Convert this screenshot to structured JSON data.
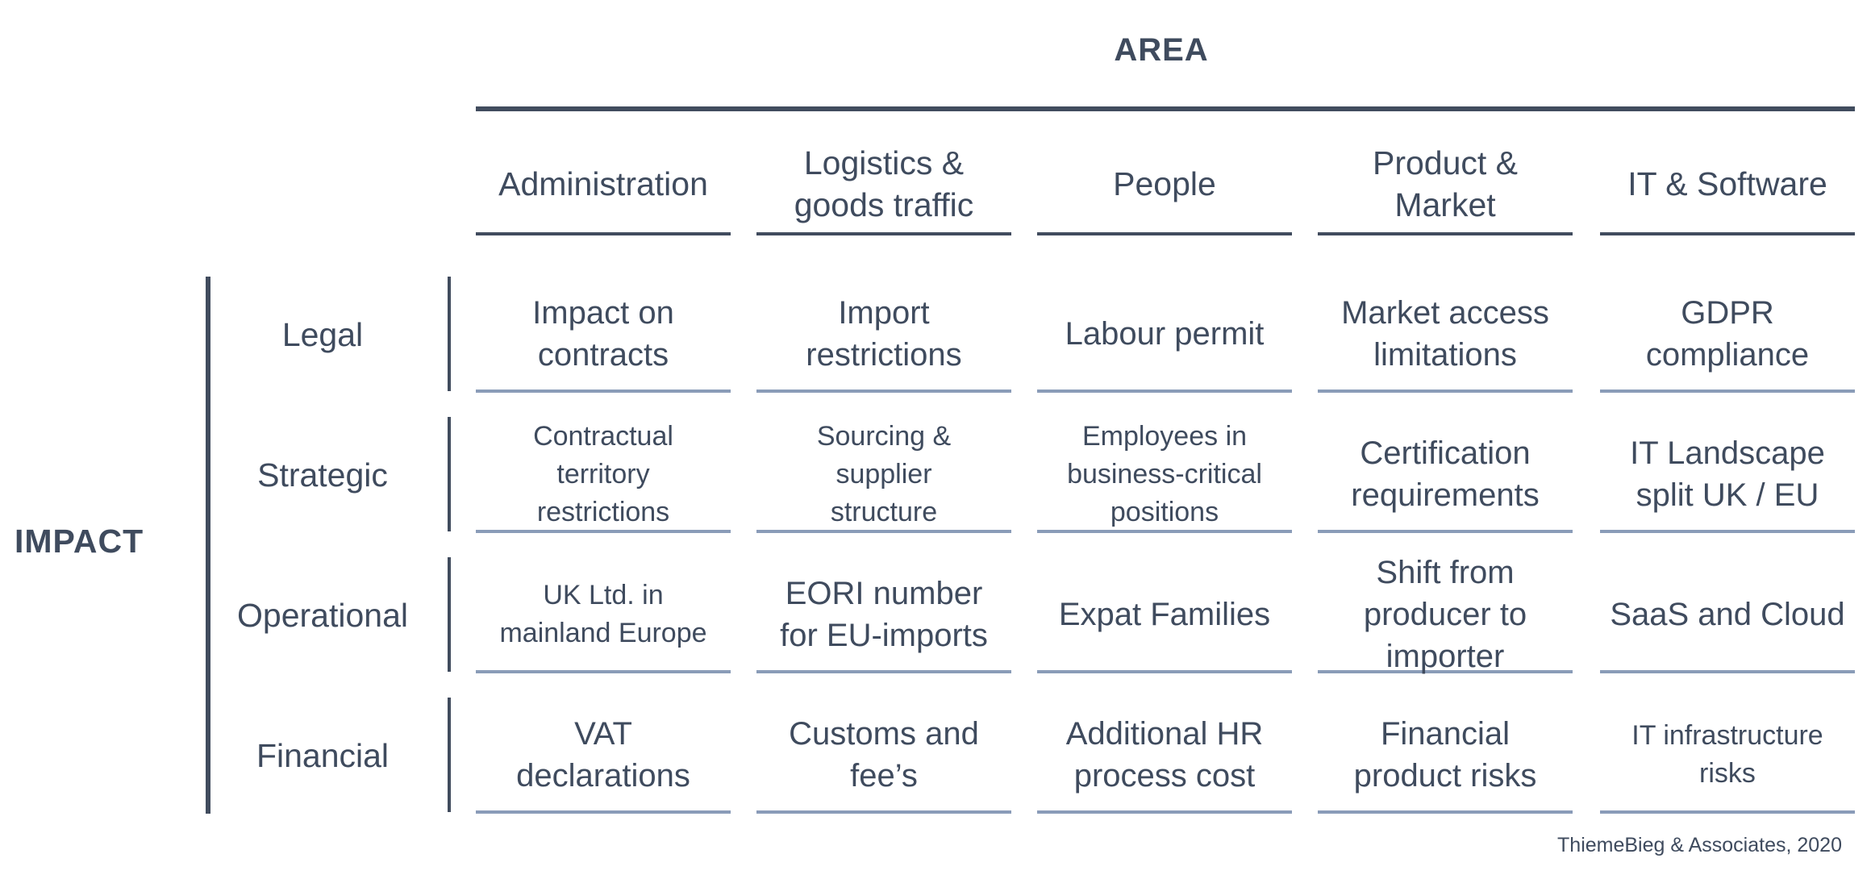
{
  "header": {
    "area_title": "AREA",
    "impact_title": "IMPACT"
  },
  "columns": [
    "Administration",
    "Logistics &\ngoods traffic",
    "People",
    "Product &\nMarket",
    "IT & Software"
  ],
  "rows": [
    {
      "label": "Legal",
      "cells": [
        "Impact on\ncontracts",
        "Import\nrestrictions",
        "Labour permit",
        "Market access\nlimitations",
        "GDPR\ncompliance"
      ]
    },
    {
      "label": "Strategic",
      "cells": [
        "Contractual\nterritory\nrestrictions",
        "Sourcing &\nsupplier\nstructure",
        "Employees in\nbusiness-critical\npositions",
        "Certification\nrequirements",
        "IT Landscape\nsplit UK / EU"
      ]
    },
    {
      "label": "Operational",
      "cells": [
        "UK Ltd. in\nmainland Europe",
        "EORI number\nfor EU-imports",
        "Expat Families",
        "Shift from\nproducer to\nimporter",
        "SaaS and Cloud"
      ]
    },
    {
      "label": "Financial",
      "cells": [
        "VAT\ndeclarations",
        "Customs and\nfee’s",
        "Additional HR\nprocess cost",
        "Financial\nproduct risks",
        "IT infrastructure\nrisks"
      ]
    }
  ],
  "footer": {
    "credit": "ThiemeBieg & Associates, 2020"
  }
}
